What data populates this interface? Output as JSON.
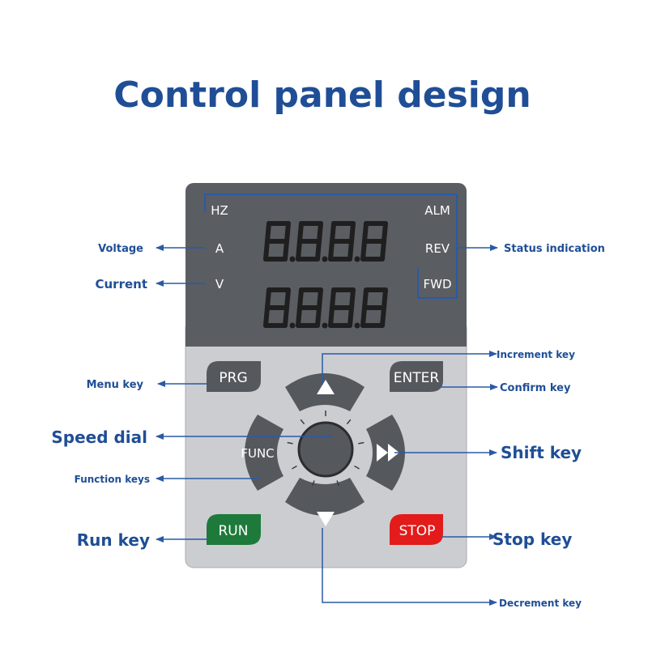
{
  "title": "Control panel design",
  "display": {
    "labels": {
      "hz": "HZ",
      "a": "A",
      "v": "V",
      "alm": "ALM",
      "rev": "REV",
      "fwd": "FWD"
    },
    "upper_readout": "8.8.8.8",
    "lower_readout": "8.8.8.8"
  },
  "keys": {
    "prg": "PRG",
    "enter": "ENTER",
    "func": "FUNC",
    "run": "RUN",
    "stop": "STOP",
    "up": "up-arrow-icon",
    "down": "down-arrow-icon",
    "shift": "double-arrow-right-icon"
  },
  "callouts": {
    "voltage": "Voltage",
    "current": "Current",
    "status_indication": "Status indication",
    "increment_key": "Increment key",
    "menu_key": "Menu key",
    "confirm_key": "Confirm key",
    "speed_dial": "Speed dial",
    "shift_key": "Shift key",
    "function_keys": "Function keys",
    "run_key": "Run key",
    "stop_key": "Stop key",
    "decrement_key": "Decrement key"
  },
  "colors": {
    "title": "#1f4e96",
    "callout": "#1f4e96",
    "line": "#2a5aa6",
    "display_bg": "#5a5d62",
    "keypad_bg": "#cbcdd1",
    "key_dark": "#55585d",
    "run_green": "#1e7a3a",
    "stop_red": "#e31b1b",
    "segment": "#1f1f1f"
  }
}
